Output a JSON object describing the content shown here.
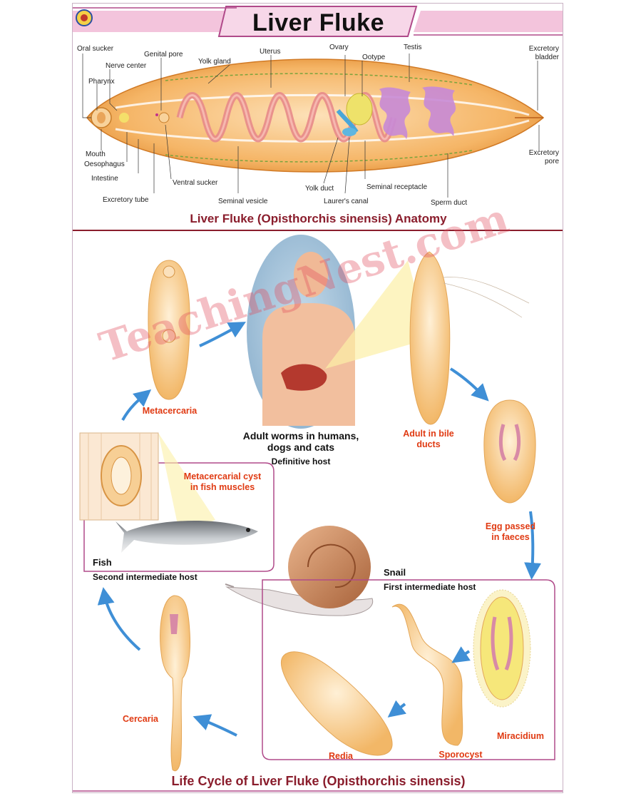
{
  "header": {
    "title": "Liver Fluke"
  },
  "anatomy": {
    "section_title": "Liver Fluke (Opisthorchis sinensis) Anatomy",
    "labels": {
      "oral_sucker": "Oral sucker",
      "nerve_center": "Nerve center",
      "genital_pore": "Genital pore",
      "yolk_gland": "Yolk gland",
      "uterus": "Uterus",
      "ovary": "Ovary",
      "ootype": "Ootype",
      "testis": "Testis",
      "excretory_bladder": "Excretory bladder",
      "pharynx": "Pharynx",
      "mouth": "Mouth",
      "oesophagus": "Oesophagus",
      "intestine": "Intestine",
      "excretory_tube": "Excretory tube",
      "ventral_sucker": "Ventral sucker",
      "seminal_vesicle": "Seminal vesicle",
      "yolk_duct": "Yolk duct",
      "laurers_canal": "Laurer's canal",
      "seminal_receptacle": "Seminal receptacle",
      "sperm_duct": "Sperm duct",
      "excretory_pore": "Excretory pore"
    }
  },
  "lifecycle": {
    "section_title": "Life Cycle of Liver Fluke (Opisthorchis sinensis)",
    "definitive_host_title": "Adult worms in humans, dogs and cats",
    "definitive_host_sub": "Definitive host",
    "fish_title": "Fish",
    "fish_sub": "Second intermediate host",
    "snail_title": "Snail",
    "snail_sub": "First intermediate host",
    "stages": {
      "metacercaria": "Metacercaria",
      "adult": "Adult in bile ducts",
      "egg": "Egg passed in faeces",
      "cyst": "Metacercarial cyst in fish muscles",
      "miracidium": "Miracidium",
      "sporocyst": "Sporocyst",
      "redia": "Redia",
      "cercaria": "Cercaria"
    }
  },
  "watermark": {
    "text": "TeachingNest.com"
  },
  "colors": {
    "accent": "#8a1d2c",
    "stage_label": "#e03a12",
    "frame": "#b04a8a",
    "arrow": "#3f8fd6",
    "band": "#f3c4dc"
  }
}
